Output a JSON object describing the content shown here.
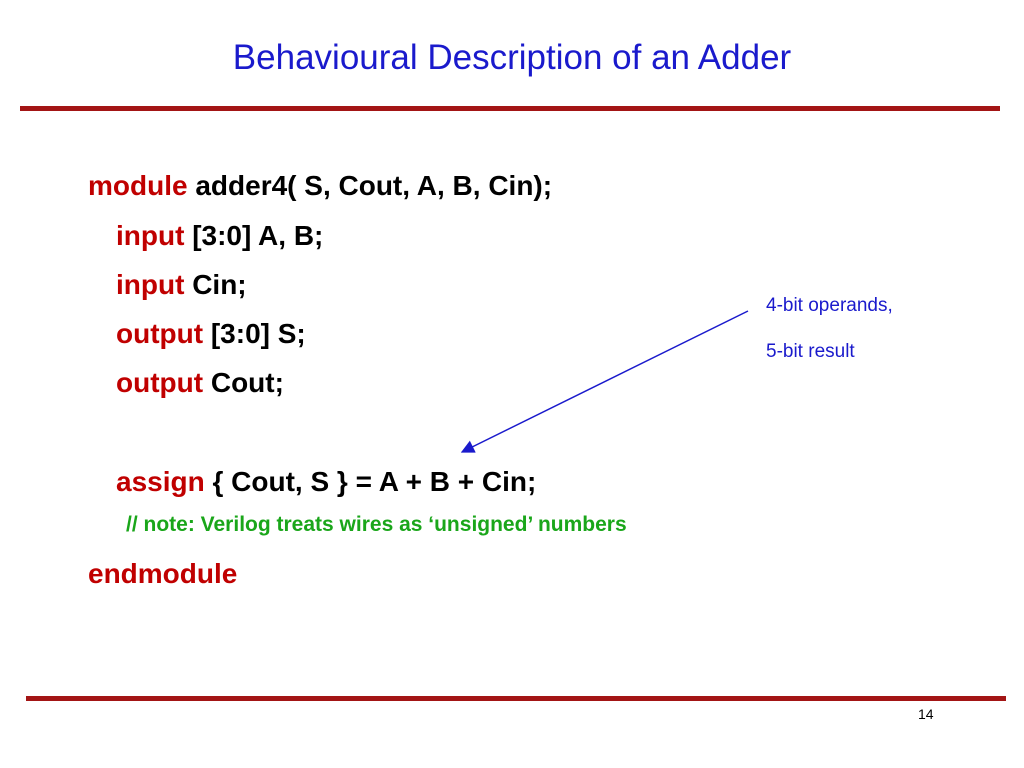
{
  "slide": {
    "title": "Behavioural Description of an Adder",
    "page_number": "14",
    "accent_colors": {
      "title": "#1a1acc",
      "rule": "#a31515",
      "keyword": "#c00000",
      "comment": "#1aa61a"
    }
  },
  "code": {
    "line1": {
      "keyword": "module",
      "text": " adder4( S, Cout,  A, B, Cin);"
    },
    "line2": {
      "keyword": "input",
      "text": " [3:0]  A, B;"
    },
    "line3": {
      "keyword": "input",
      "text": " Cin;"
    },
    "line4": {
      "keyword": "output",
      "text": " [3:0]  S;"
    },
    "line5": {
      "keyword": "output",
      "text": " Cout;"
    },
    "line6": {
      "keyword": "assign",
      "text": " { Cout, S } = A + B + Cin;"
    },
    "comment": "// note:  Verilog treats wires as ‘unsigned’ numbers",
    "end_keyword": "endmodule"
  },
  "annotation": {
    "line1": "4-bit operands,",
    "line2": "5-bit result"
  }
}
